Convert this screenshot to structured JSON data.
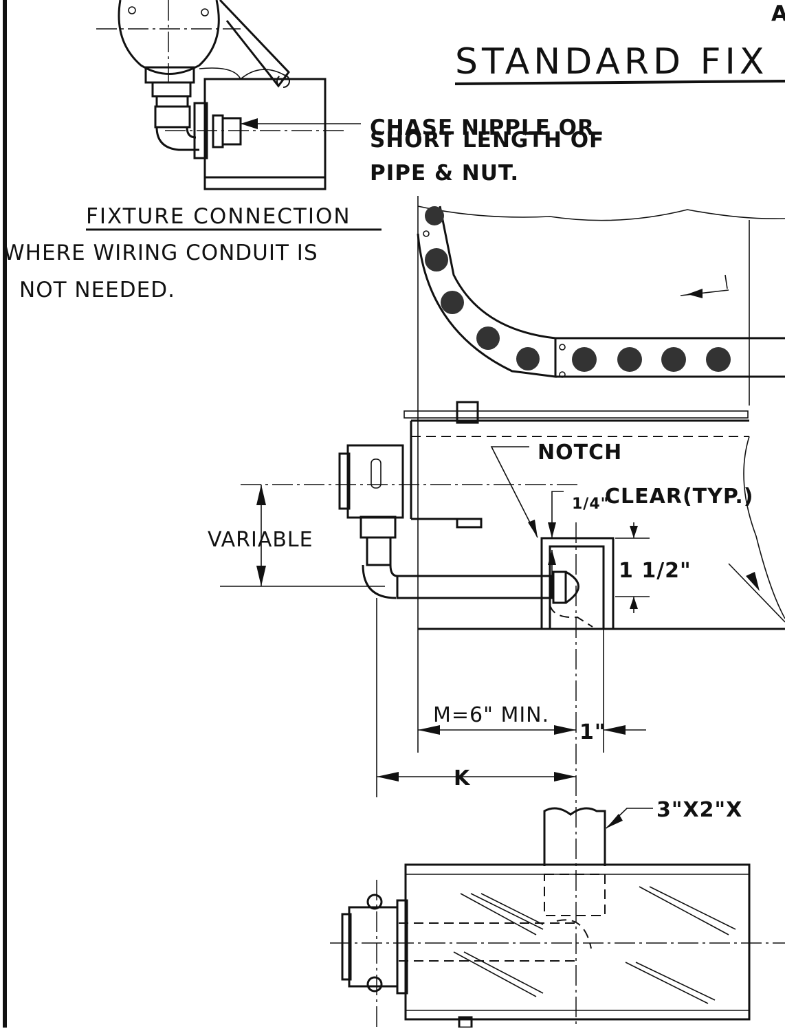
{
  "sheet": {
    "corner_letter": "A",
    "title": "STANDARD FIX",
    "chase_note": [
      "CHASE NIPPLE OR",
      "SHORT LENGTH OF",
      "PIPE & NUT."
    ],
    "detail_title": "FIXTURE CONNECTION",
    "detail_caption": [
      "WHERE WIRING CONDUIT IS",
      "NOT NEEDED."
    ],
    "labels": {
      "notch": "NOTCH",
      "clear": "CLEAR(TYP.)",
      "clear_fraction": "1/4\"",
      "variable": "VARIABLE",
      "height": "1 1/2\"",
      "m_dim": "M=6\" MIN.",
      "one_inch": "1\"",
      "k": "K",
      "tube": "3\"X2\"X"
    }
  }
}
